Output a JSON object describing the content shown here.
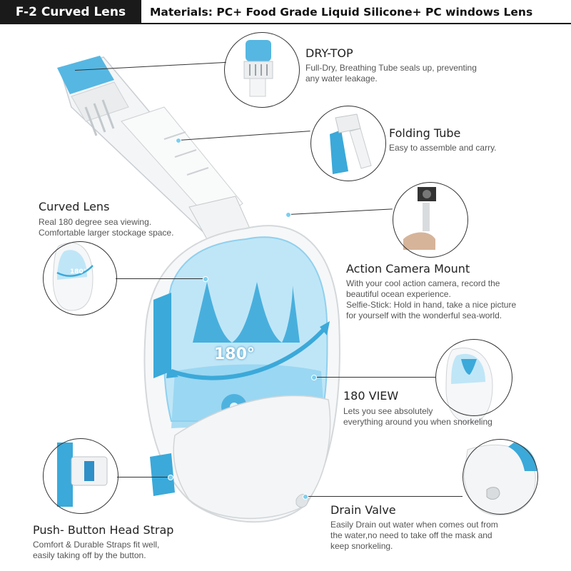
{
  "header": {
    "badge": "F-2  Curved  Lens",
    "materials": "Materials: PC+ Food Grade Liquid Silicone+ PC windows Lens"
  },
  "mask": {
    "angle_label": "180°"
  },
  "features": {
    "dry_top": {
      "title": "DRY-TOP",
      "desc": [
        "Full-Dry, Breathing Tube seals up, preventing",
        "any water leakage."
      ]
    },
    "folding_tube": {
      "title": "Folding Tube",
      "desc": [
        "Easy to assemble and carry."
      ]
    },
    "curved_lens": {
      "title": "Curved Lens",
      "desc": [
        "Real 180 degree sea viewing.",
        "Comfortable larger stockage space."
      ],
      "thumb_label": "180°"
    },
    "action_camera": {
      "title": "Action Camera Mount",
      "desc": [
        "With your cool action camera, record the",
        "beautiful ocean experience.",
        "Selfie-Stick: Hold in hand, take a nice picture",
        "for yourself with the wonderful sea-world."
      ]
    },
    "view_180": {
      "title": "180 VIEW",
      "desc": [
        "Lets you see absolutely",
        "everything around you when snorkeling"
      ]
    },
    "head_strap": {
      "title": "Push- Button Head Strap",
      "desc": [
        "Comfort & Durable Straps fit well,",
        "easily taking off by the button."
      ]
    },
    "drain_valve": {
      "title": "Drain Valve",
      "desc": [
        "Easily Drain out water when comes out from",
        "the water,no need to take off the mask and",
        "keep snorkeling."
      ]
    }
  },
  "colors": {
    "accent_blue": "#3ba9d9",
    "light_blue": "#bfe6f7",
    "white_frame": "#f6f7f8"
  }
}
